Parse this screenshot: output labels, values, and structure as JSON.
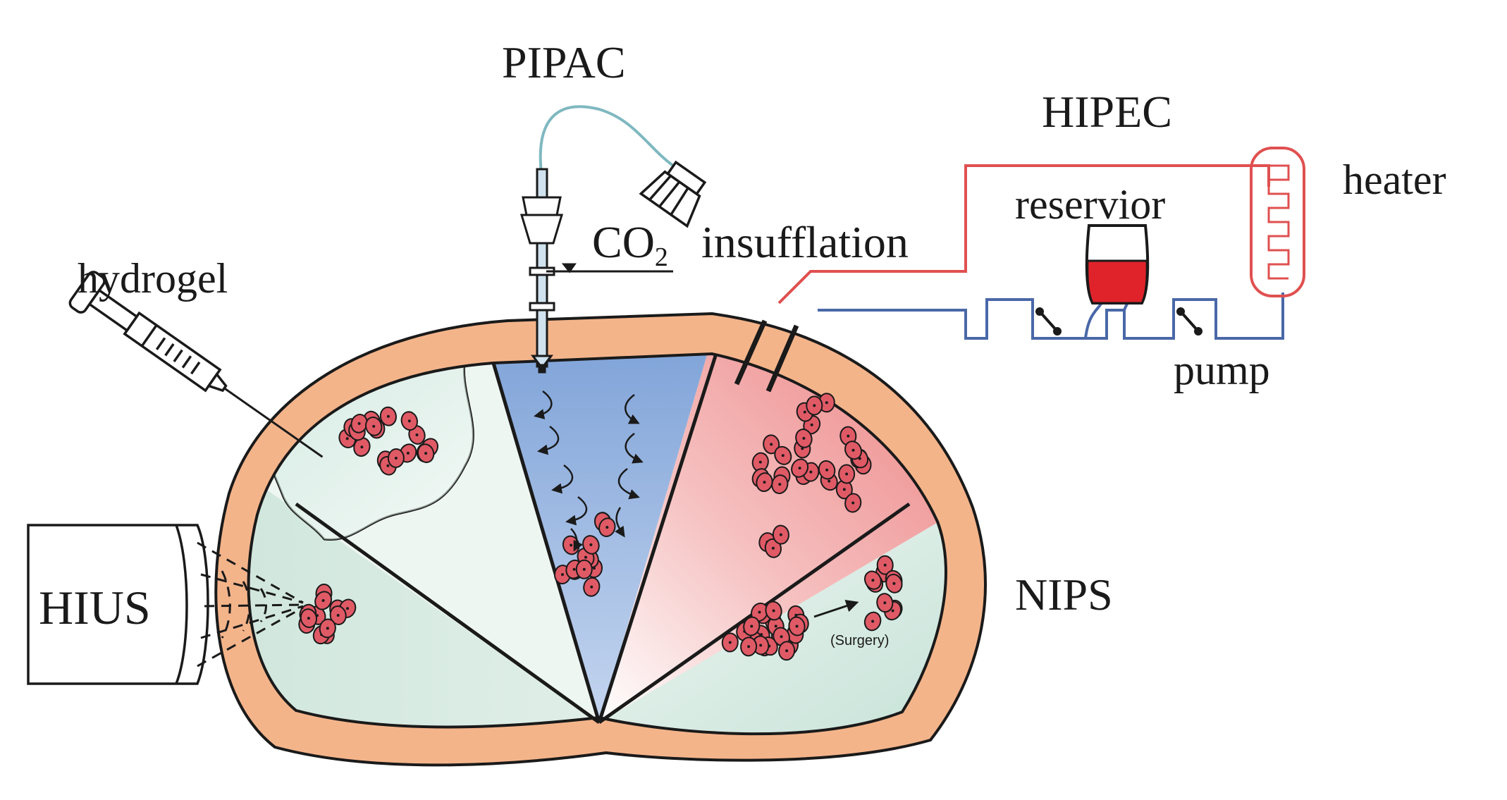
{
  "labels": {
    "pipac": "PIPAC",
    "hipec": "HIPEC",
    "heater": "heater",
    "reservoir": "reservior",
    "co2": "CO",
    "co2_sub": "2",
    "insufflation": "insufflation",
    "hydrogel": "hydrogel",
    "hius": "HIUS",
    "nips": "NIPS",
    "pump": "pump",
    "surgery": "(Surgery)"
  },
  "colors": {
    "abdominal_wall": "#f4b48a",
    "cavity": "#e6f1ec",
    "cavity_dark": "#cfe5dc",
    "pipac_blue": "#8fb0dd",
    "hipec_red": "#ee8e8e",
    "tumor": "#e05a66",
    "circuit_red": "#e05050",
    "circuit_blue": "#4a68a8",
    "tube_teal": "#7fb8c0"
  }
}
